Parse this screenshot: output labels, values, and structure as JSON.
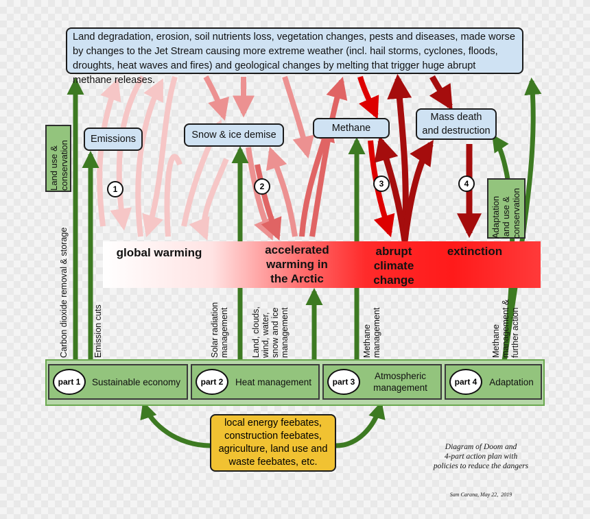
{
  "top_box": {
    "text": "Land degradation, erosion, soil nutrients loss, vegetation changes, pests and diseases, made worse by changes to the Jet Stream causing more extreme weather (incl. hail storms, cyclones, floods, droughts, heat waves and fires) and geological changes by melting that trigger huge abrupt methane releases."
  },
  "effects": {
    "emissions": "Emissions",
    "snow_ice": "Snow & ice demise",
    "methane": "Methane",
    "mass_death": "Mass death\nand destruction"
  },
  "band": {
    "global_warming": "global warming",
    "arctic": "accelerated\nwarming in\nthe Arctic",
    "abrupt": "abrupt\nclimate\nchange",
    "extinction": "extinction"
  },
  "numbers": [
    "1",
    "2",
    "3",
    "4"
  ],
  "side_boxes": {
    "land_use": "Land use &\nconservation",
    "adaptation": "Adaptation\nland use &\nconservation"
  },
  "vertical_labels": {
    "carbon_removal": "Carbon dioxide removal & storage",
    "emission_cuts": "Emission cuts",
    "solar": "Solar radiation\nmanagement",
    "land_clouds": "Land, clouds,\nwind, water,\nsnow and ice\nmanagement",
    "methane_mgmt": "Methane\nmanagement",
    "methane_further": "Methane\nmanagement &\nfurther action"
  },
  "parts": [
    {
      "pill": "part 1",
      "label": "Sustainable economy"
    },
    {
      "pill": "part 2",
      "label": "Heat management"
    },
    {
      "pill": "part 3",
      "label": "Atmospheric\nmanagement"
    },
    {
      "pill": "part 4",
      "label": "Adaptation"
    }
  ],
  "feebates": "local energy feebates,\nconstruction feebates,\nagriculture, land use and\nwaste feebates, etc.",
  "caption": {
    "title": "Diagram of Doom and\n4-part action plan with\npolicies to reduce the dangers",
    "credit": "Sam Carana, May 22,  2019"
  },
  "colors": {
    "green_arrow": "#3d7a22",
    "light_pink_arrow": "#f6c6c6",
    "pink_arrow": "#ec9191",
    "salmon_arrow": "#e06464",
    "red_arrow": "#dd0000",
    "dark_red_arrow": "#a50d0d",
    "box_blue": "#cfe2f3",
    "box_green": "#93c47d",
    "box_yellow": "#f1c232"
  }
}
